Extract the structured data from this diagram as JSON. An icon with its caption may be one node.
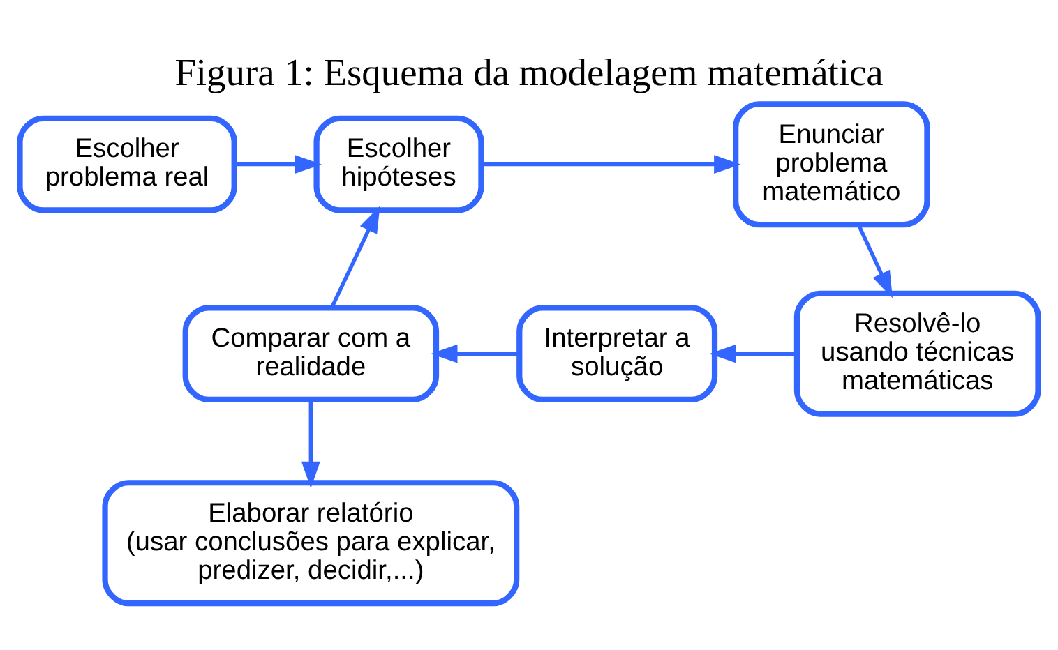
{
  "diagram": {
    "title": "Figura 1: Esquema da modelagem matemática",
    "nodes": [
      {
        "text": [
          "Escolher problema real"
        ]
      },
      {
        "text": [
          "Escolher hipóteses"
        ]
      },
      {
        "text": [
          "Enunciar problema matemático"
        ]
      },
      {
        "text": [
          "Resolvê-lo usando técnicas matemáticas"
        ]
      },
      {
        "text": [
          "Interpretar a solução"
        ]
      },
      {
        "text": [
          "Comparar com a realidade"
        ]
      },
      {
        "text": [
          "Elaborar relatório",
          "(usar conclusões para explicar, predizer, decidir,...)"
        ]
      }
    ],
    "edges": [
      {
        "from": 0,
        "to": 1,
        "arrow": "to"
      },
      {
        "from": 1,
        "to": 2,
        "arrow": "to"
      },
      {
        "from": 2,
        "to": 3,
        "arrow": "to"
      },
      {
        "from": 3,
        "to": 4,
        "arrow": "to"
      },
      {
        "from": 4,
        "to": 5,
        "arrow": "to"
      },
      {
        "from": 5,
        "to": 1,
        "arrow": "to"
      },
      {
        "from": 5,
        "to": 6,
        "arrow": "to"
      }
    ]
  }
}
